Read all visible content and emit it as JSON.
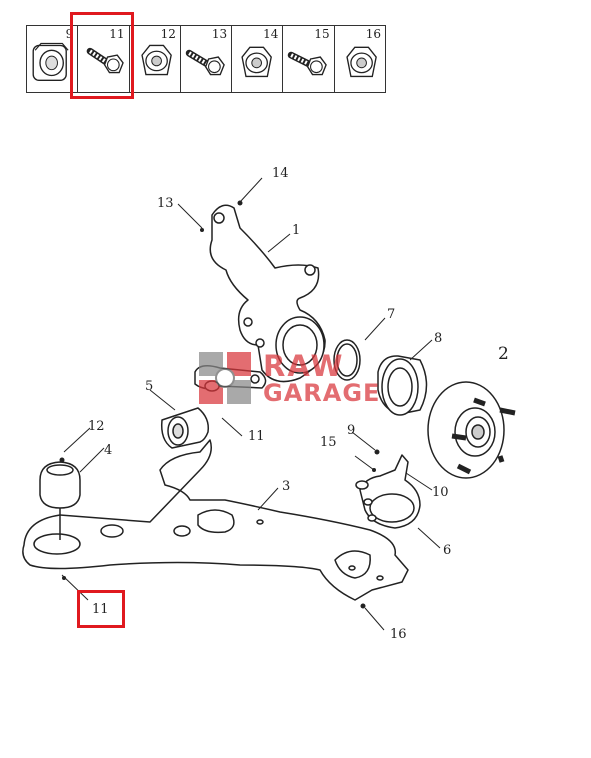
{
  "parts_strip": {
    "cells": [
      {
        "number": "9",
        "icon": "flange-nut-icon"
      },
      {
        "number": "11",
        "icon": "bolt-icon"
      },
      {
        "number": "12",
        "icon": "hex-nut-icon"
      },
      {
        "number": "13",
        "icon": "bolt-icon"
      },
      {
        "number": "14",
        "icon": "hex-nut-icon"
      },
      {
        "number": "15",
        "icon": "bolt-icon"
      },
      {
        "number": "16",
        "icon": "hex-nut-icon"
      }
    ]
  },
  "callouts": {
    "c1": "1",
    "c2": "2",
    "c3": "3",
    "c4": "4",
    "c5": "5",
    "c6": "6",
    "c7": "7",
    "c8": "8",
    "c9": "9",
    "c10": "10",
    "c11_bushing": "11",
    "c11_arm": "11",
    "c12": "12",
    "c13": "13",
    "c14": "14",
    "c15": "15",
    "c16": "16"
  },
  "watermark": {
    "line1": "RAW",
    "line2": "GARAGE"
  },
  "colors": {
    "highlight": "#e0191f",
    "watermark": "#d9363b",
    "line": "#222222"
  }
}
